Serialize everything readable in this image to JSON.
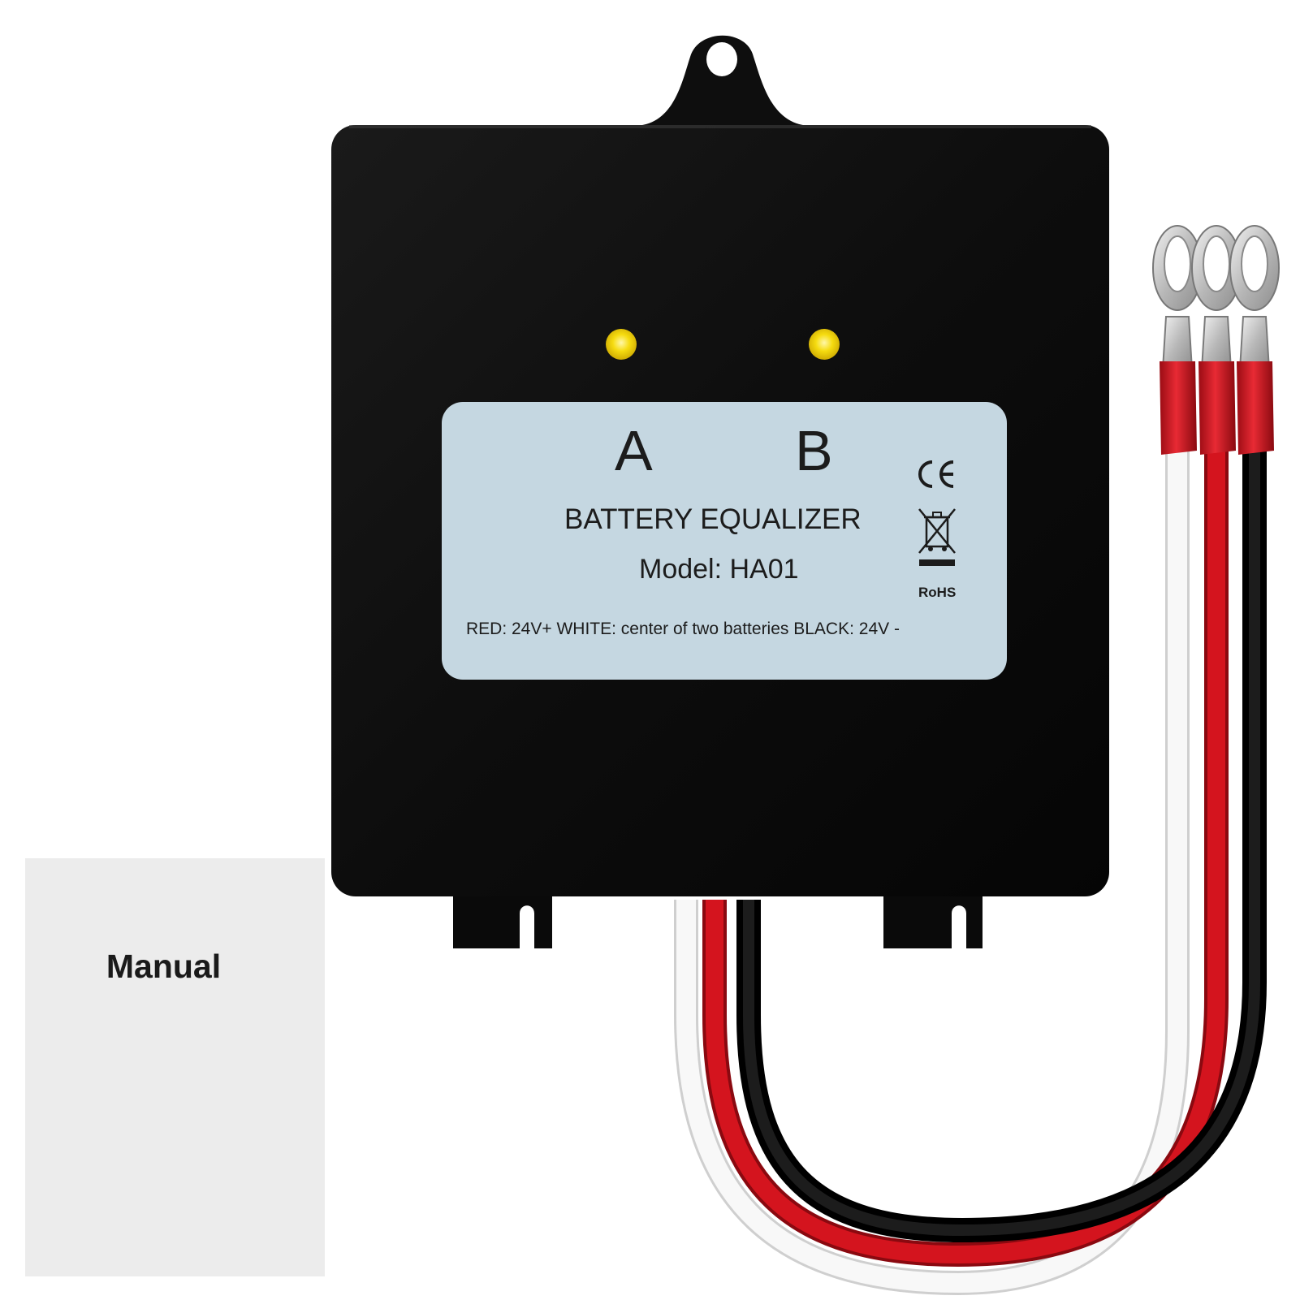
{
  "manual": {
    "label": "Manual"
  },
  "device": {
    "channel_a": "A",
    "channel_b": "B",
    "title": "BATTERY EQUALIZER",
    "model": "Model: HA01",
    "wiring": "RED: 24V+  WHITE: center of two batteries  BLACK: 24V -",
    "rohs": "RoHS",
    "led_color": "#f2d600",
    "body_color": "#0b0b0b",
    "label_color": "#c5d7e1"
  },
  "wires": {
    "colors": {
      "red": "#d4141e",
      "white": "#f6f6f6",
      "black": "#0c0c0c"
    }
  },
  "icons": [
    "ce-mark-icon",
    "weee-bin-icon",
    "led-indicator-icon",
    "ring-terminal-icon"
  ]
}
